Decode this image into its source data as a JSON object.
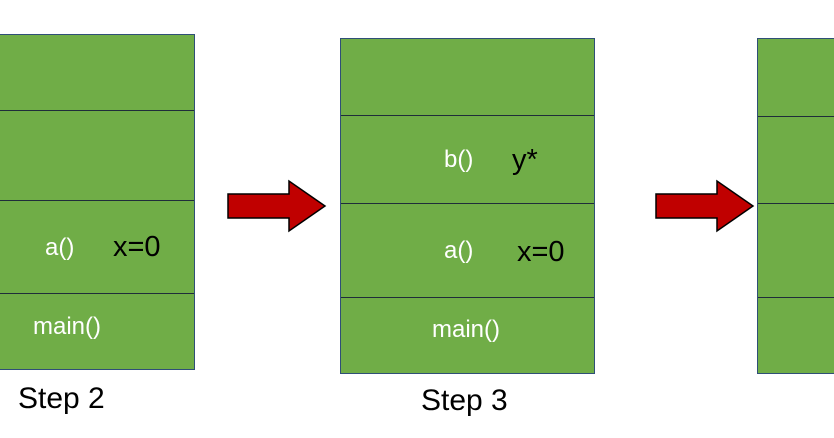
{
  "colors": {
    "frame_fill": "#70ad47",
    "frame_border": "#2f4f77",
    "arrow_fill": "#c00000",
    "arrow_stroke": "#000000"
  },
  "steps": [
    {
      "caption": "Step 2",
      "frames": [
        {
          "function": "",
          "variable": ""
        },
        {
          "function": "",
          "variable": ""
        },
        {
          "function": "a()",
          "variable": "x=0"
        },
        {
          "function": "main()",
          "variable": ""
        }
      ]
    },
    {
      "caption": "Step 3",
      "frames": [
        {
          "function": "",
          "variable": ""
        },
        {
          "function": "b()",
          "variable": "y*"
        },
        {
          "function": "a()",
          "variable": "x=0"
        },
        {
          "function": "main()",
          "variable": ""
        }
      ]
    },
    {
      "caption": "",
      "frames": [
        {
          "function": "",
          "variable": ""
        },
        {
          "function": "",
          "variable": ""
        },
        {
          "function": "",
          "variable": ""
        },
        {
          "function": "",
          "variable": ""
        }
      ]
    }
  ]
}
